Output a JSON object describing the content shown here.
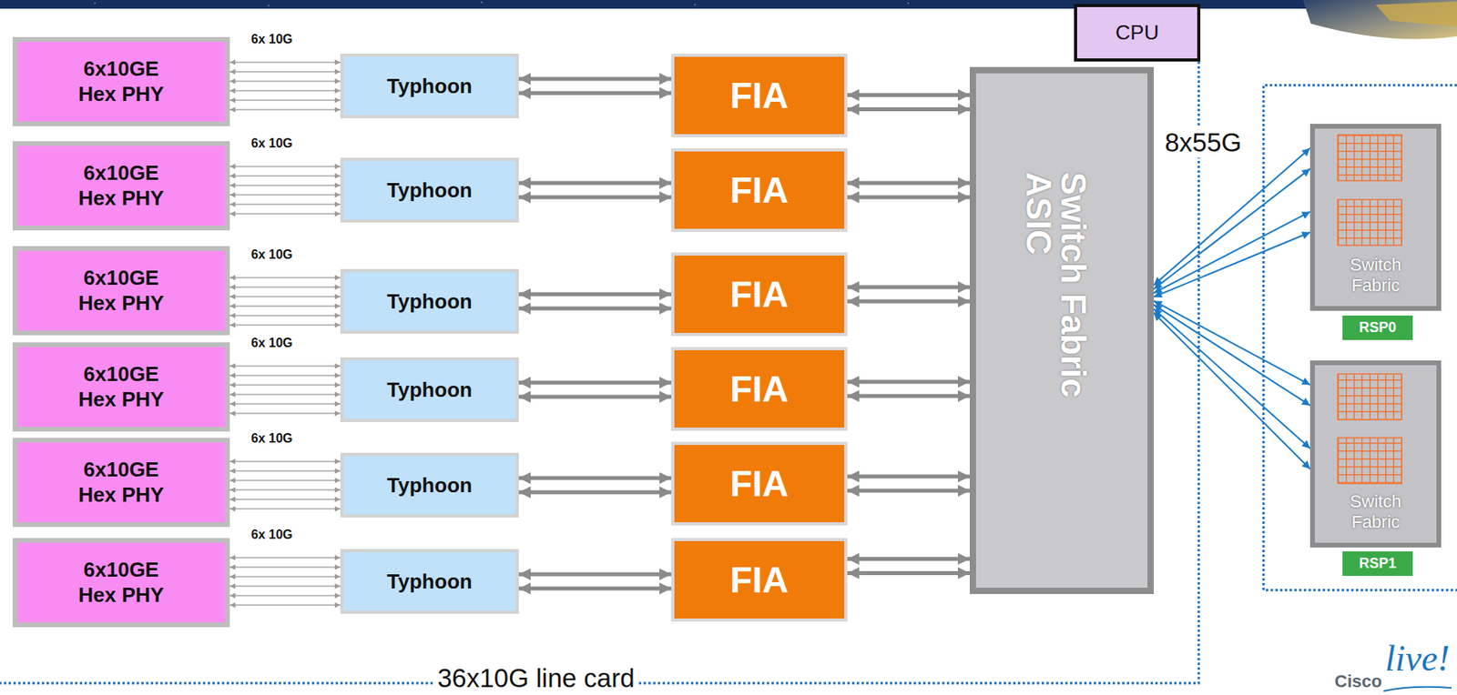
{
  "diagram": {
    "nodes": [
      {
        "text": [
          "CPU"
        ]
      },
      {
        "text": [
          "6x10GE Hex PHY"
        ]
      },
      {
        "text": [
          "6x10GE Hex PHY"
        ]
      },
      {
        "text": [
          "6x10GE Hex PHY"
        ]
      },
      {
        "text": [
          "6x10GE Hex PHY"
        ]
      },
      {
        "text": [
          "6x10GE Hex PHY"
        ]
      },
      {
        "text": [
          "6x10GE Hex PHY"
        ]
      },
      {
        "text": [
          "Typhoon"
        ]
      },
      {
        "text": [
          "Typhoon"
        ]
      },
      {
        "text": [
          "Typhoon"
        ]
      },
      {
        "text": [
          "Typhoon"
        ]
      },
      {
        "text": [
          "Typhoon"
        ]
      },
      {
        "text": [
          "Typhoon"
        ]
      },
      {
        "text": [
          "FIA"
        ]
      },
      {
        "text": [
          "FIA"
        ]
      },
      {
        "text": [
          "FIA"
        ]
      },
      {
        "text": [
          "FIA"
        ]
      },
      {
        "text": [
          "FIA"
        ]
      },
      {
        "text": [
          "FIA"
        ]
      },
      {
        "text": [
          "Switch Fabric ASIC"
        ]
      },
      {
        "text": [
          "Switch Fabric"
        ]
      },
      {
        "text": [
          "RSP0"
        ]
      },
      {
        "text": [
          "Switch Fabric"
        ]
      },
      {
        "text": [
          "RSP1"
        ]
      }
    ],
    "edges": [
      {
        "from": 1,
        "to": 7,
        "arrow": "both"
      },
      {
        "from": 1,
        "to": 7,
        "arrow": "both"
      },
      {
        "from": 1,
        "to": 7,
        "arrow": "both"
      },
      {
        "from": 1,
        "to": 7,
        "arrow": "both"
      },
      {
        "from": 1,
        "to": 7,
        "arrow": "both"
      },
      {
        "from": 1,
        "to": 7,
        "arrow": "both"
      },
      {
        "from": 2,
        "to": 8,
        "arrow": "both"
      },
      {
        "from": 2,
        "to": 8,
        "arrow": "both"
      },
      {
        "from": 2,
        "to": 8,
        "arrow": "both"
      },
      {
        "from": 2,
        "to": 8,
        "arrow": "both"
      },
      {
        "from": 2,
        "to": 8,
        "arrow": "both"
      },
      {
        "from": 2,
        "to": 8,
        "arrow": "both"
      },
      {
        "from": 3,
        "to": 9,
        "arrow": "both"
      },
      {
        "from": 3,
        "to": 9,
        "arrow": "both"
      },
      {
        "from": 3,
        "to": 9,
        "arrow": "both"
      },
      {
        "from": 3,
        "to": 9,
        "arrow": "both"
      },
      {
        "from": 3,
        "to": 9,
        "arrow": "both"
      },
      {
        "from": 3,
        "to": 9,
        "arrow": "both"
      },
      {
        "from": 4,
        "to": 10,
        "arrow": "both"
      },
      {
        "from": 4,
        "to": 10,
        "arrow": "both"
      },
      {
        "from": 4,
        "to": 10,
        "arrow": "both"
      },
      {
        "from": 4,
        "to": 10,
        "arrow": "both"
      },
      {
        "from": 4,
        "to": 10,
        "arrow": "both"
      },
      {
        "from": 4,
        "to": 10,
        "arrow": "both"
      },
      {
        "from": 5,
        "to": 11,
        "arrow": "both"
      },
      {
        "from": 5,
        "to": 11,
        "arrow": "both"
      },
      {
        "from": 5,
        "to": 11,
        "arrow": "both"
      },
      {
        "from": 5,
        "to": 11,
        "arrow": "both"
      },
      {
        "from": 5,
        "to": 11,
        "arrow": "both"
      },
      {
        "from": 5,
        "to": 11,
        "arrow": "both"
      },
      {
        "from": 6,
        "to": 12,
        "arrow": "both"
      },
      {
        "from": 6,
        "to": 12,
        "arrow": "both"
      },
      {
        "from": 6,
        "to": 12,
        "arrow": "both"
      },
      {
        "from": 6,
        "to": 12,
        "arrow": "both"
      },
      {
        "from": 6,
        "to": 12,
        "arrow": "both"
      },
      {
        "from": 6,
        "to": 12,
        "arrow": "both"
      },
      {
        "from": 7,
        "to": 13,
        "arrow": "both"
      },
      {
        "from": 7,
        "to": 13,
        "arrow": "both"
      },
      {
        "from": 8,
        "to": 14,
        "arrow": "both"
      },
      {
        "from": 8,
        "to": 14,
        "arrow": "both"
      },
      {
        "from": 9,
        "to": 15,
        "arrow": "both"
      },
      {
        "from": 9,
        "to": 15,
        "arrow": "both"
      },
      {
        "from": 10,
        "to": 16,
        "arrow": "both"
      },
      {
        "from": 10,
        "to": 16,
        "arrow": "both"
      },
      {
        "from": 11,
        "to": 17,
        "arrow": "both"
      },
      {
        "from": 11,
        "to": 17,
        "arrow": "both"
      },
      {
        "from": 12,
        "to": 18,
        "arrow": "both"
      },
      {
        "from": 12,
        "to": 18,
        "arrow": "both"
      },
      {
        "from": 13,
        "to": 19,
        "arrow": "both"
      },
      {
        "from": 13,
        "to": 19,
        "arrow": "both"
      },
      {
        "from": 14,
        "to": 19,
        "arrow": "both"
      },
      {
        "from": 14,
        "to": 19,
        "arrow": "both"
      },
      {
        "from": 15,
        "to": 19,
        "arrow": "both"
      },
      {
        "from": 15,
        "to": 19,
        "arrow": "both"
      },
      {
        "from": 16,
        "to": 19,
        "arrow": "both"
      },
      {
        "from": 16,
        "to": 19,
        "arrow": "both"
      },
      {
        "from": 17,
        "to": 19,
        "arrow": "both"
      },
      {
        "from": 17,
        "to": 19,
        "arrow": "both"
      },
      {
        "from": 18,
        "to": 19,
        "arrow": "both"
      },
      {
        "from": 18,
        "to": 19,
        "arrow": "both"
      },
      {
        "from": 19,
        "to": 20,
        "arrow": "both"
      },
      {
        "from": 19,
        "to": 20,
        "arrow": "both"
      },
      {
        "from": 19,
        "to": 20,
        "arrow": "both"
      },
      {
        "from": 19,
        "to": 20,
        "arrow": "both"
      },
      {
        "from": 19,
        "to": 22,
        "arrow": "both"
      },
      {
        "from": 19,
        "to": 22,
        "arrow": "both"
      },
      {
        "from": 19,
        "to": 22,
        "arrow": "both"
      },
      {
        "from": 19,
        "to": 22,
        "arrow": "both"
      }
    ],
    "labels": [
      "6x 10G",
      "6x 10G",
      "6x 10G",
      "6x 10G",
      "6x 10G",
      "6x 10G",
      "8x55G",
      "36x10G line card",
      "Cisco",
      "live!"
    ]
  }
}
